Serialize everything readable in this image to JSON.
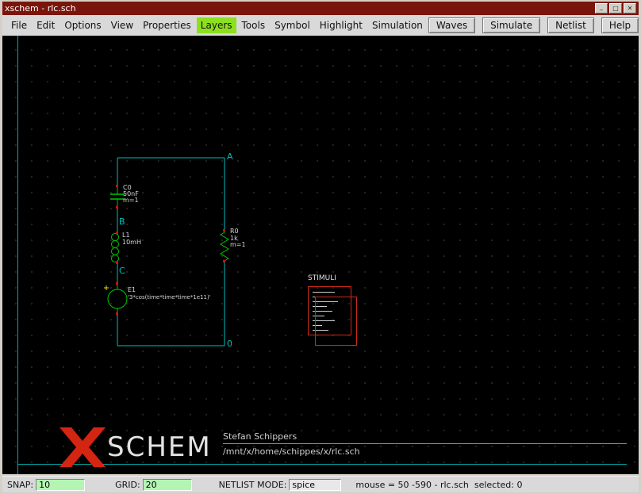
{
  "window": {
    "title": "xschem - rlc.sch"
  },
  "menubar": {
    "items": [
      "File",
      "Edit",
      "Options",
      "View",
      "Properties",
      "Layers",
      "Tools",
      "Symbol",
      "Highlight",
      "Simulation"
    ],
    "highlighted_item": "Layers",
    "buttons": [
      "Waves",
      "Simulate",
      "Netlist",
      "Help"
    ]
  },
  "canvas": {
    "nodes": {
      "a": "A",
      "b": "B",
      "c": "C",
      "gnd": "0"
    },
    "components": {
      "cap": {
        "ref": "C0",
        "value": "50nF",
        "mult": "m=1"
      },
      "ind": {
        "ref": "L1",
        "value": "10mH"
      },
      "src": {
        "ref": "E1",
        "value": "'3*cos(time*time*time*1e11)'"
      },
      "res": {
        "ref": "R0",
        "value": "1k",
        "mult": "m=1"
      }
    },
    "stimuli": {
      "label": "STIMULI"
    },
    "titleblock": {
      "logo_text": "SCHEM",
      "author": "Stefan Schippers",
      "path": "/mnt/x/home/schippes/x/rlc.sch"
    }
  },
  "statusbar": {
    "snap_label": "SNAP:",
    "snap_value": "10",
    "grid_label": "GRID:",
    "grid_value": "20",
    "netlist_label": "NETLIST MODE:",
    "netlist_value": "spice",
    "status_text": "mouse = 50 -590 - rlc.sch  selected: 0"
  },
  "colors": {
    "titlebar": "#7a150c",
    "wire": "#00bdbd",
    "component": "#00c800",
    "pin_red": "#d01000",
    "accent_red": "#d42512",
    "menu_highlight": "#8ce01e",
    "snap_grid_field": "#b4f5b4"
  }
}
